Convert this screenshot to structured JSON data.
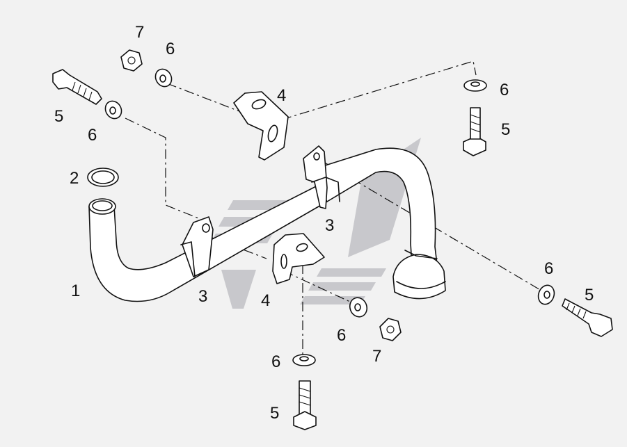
{
  "callouts": [
    {
      "id": "c1",
      "text": "1"
    },
    {
      "id": "c2",
      "text": "2"
    },
    {
      "id": "c3a",
      "text": "3"
    },
    {
      "id": "c3b",
      "text": "3"
    },
    {
      "id": "c4a",
      "text": "4"
    },
    {
      "id": "c4b",
      "text": "4"
    },
    {
      "id": "c5a",
      "text": "5"
    },
    {
      "id": "c5b",
      "text": "5"
    },
    {
      "id": "c5c",
      "text": "5"
    },
    {
      "id": "c5d",
      "text": "5"
    },
    {
      "id": "c6a",
      "text": "6"
    },
    {
      "id": "c6b",
      "text": "6"
    },
    {
      "id": "c6c",
      "text": "6"
    },
    {
      "id": "c6d",
      "text": "6"
    },
    {
      "id": "c6e",
      "text": "6"
    },
    {
      "id": "c7a",
      "text": "7"
    },
    {
      "id": "c7b",
      "text": "7"
    }
  ],
  "colors": {
    "background": "#f2f2f2",
    "line": "#111111",
    "watermark": "#c8c8cc"
  }
}
